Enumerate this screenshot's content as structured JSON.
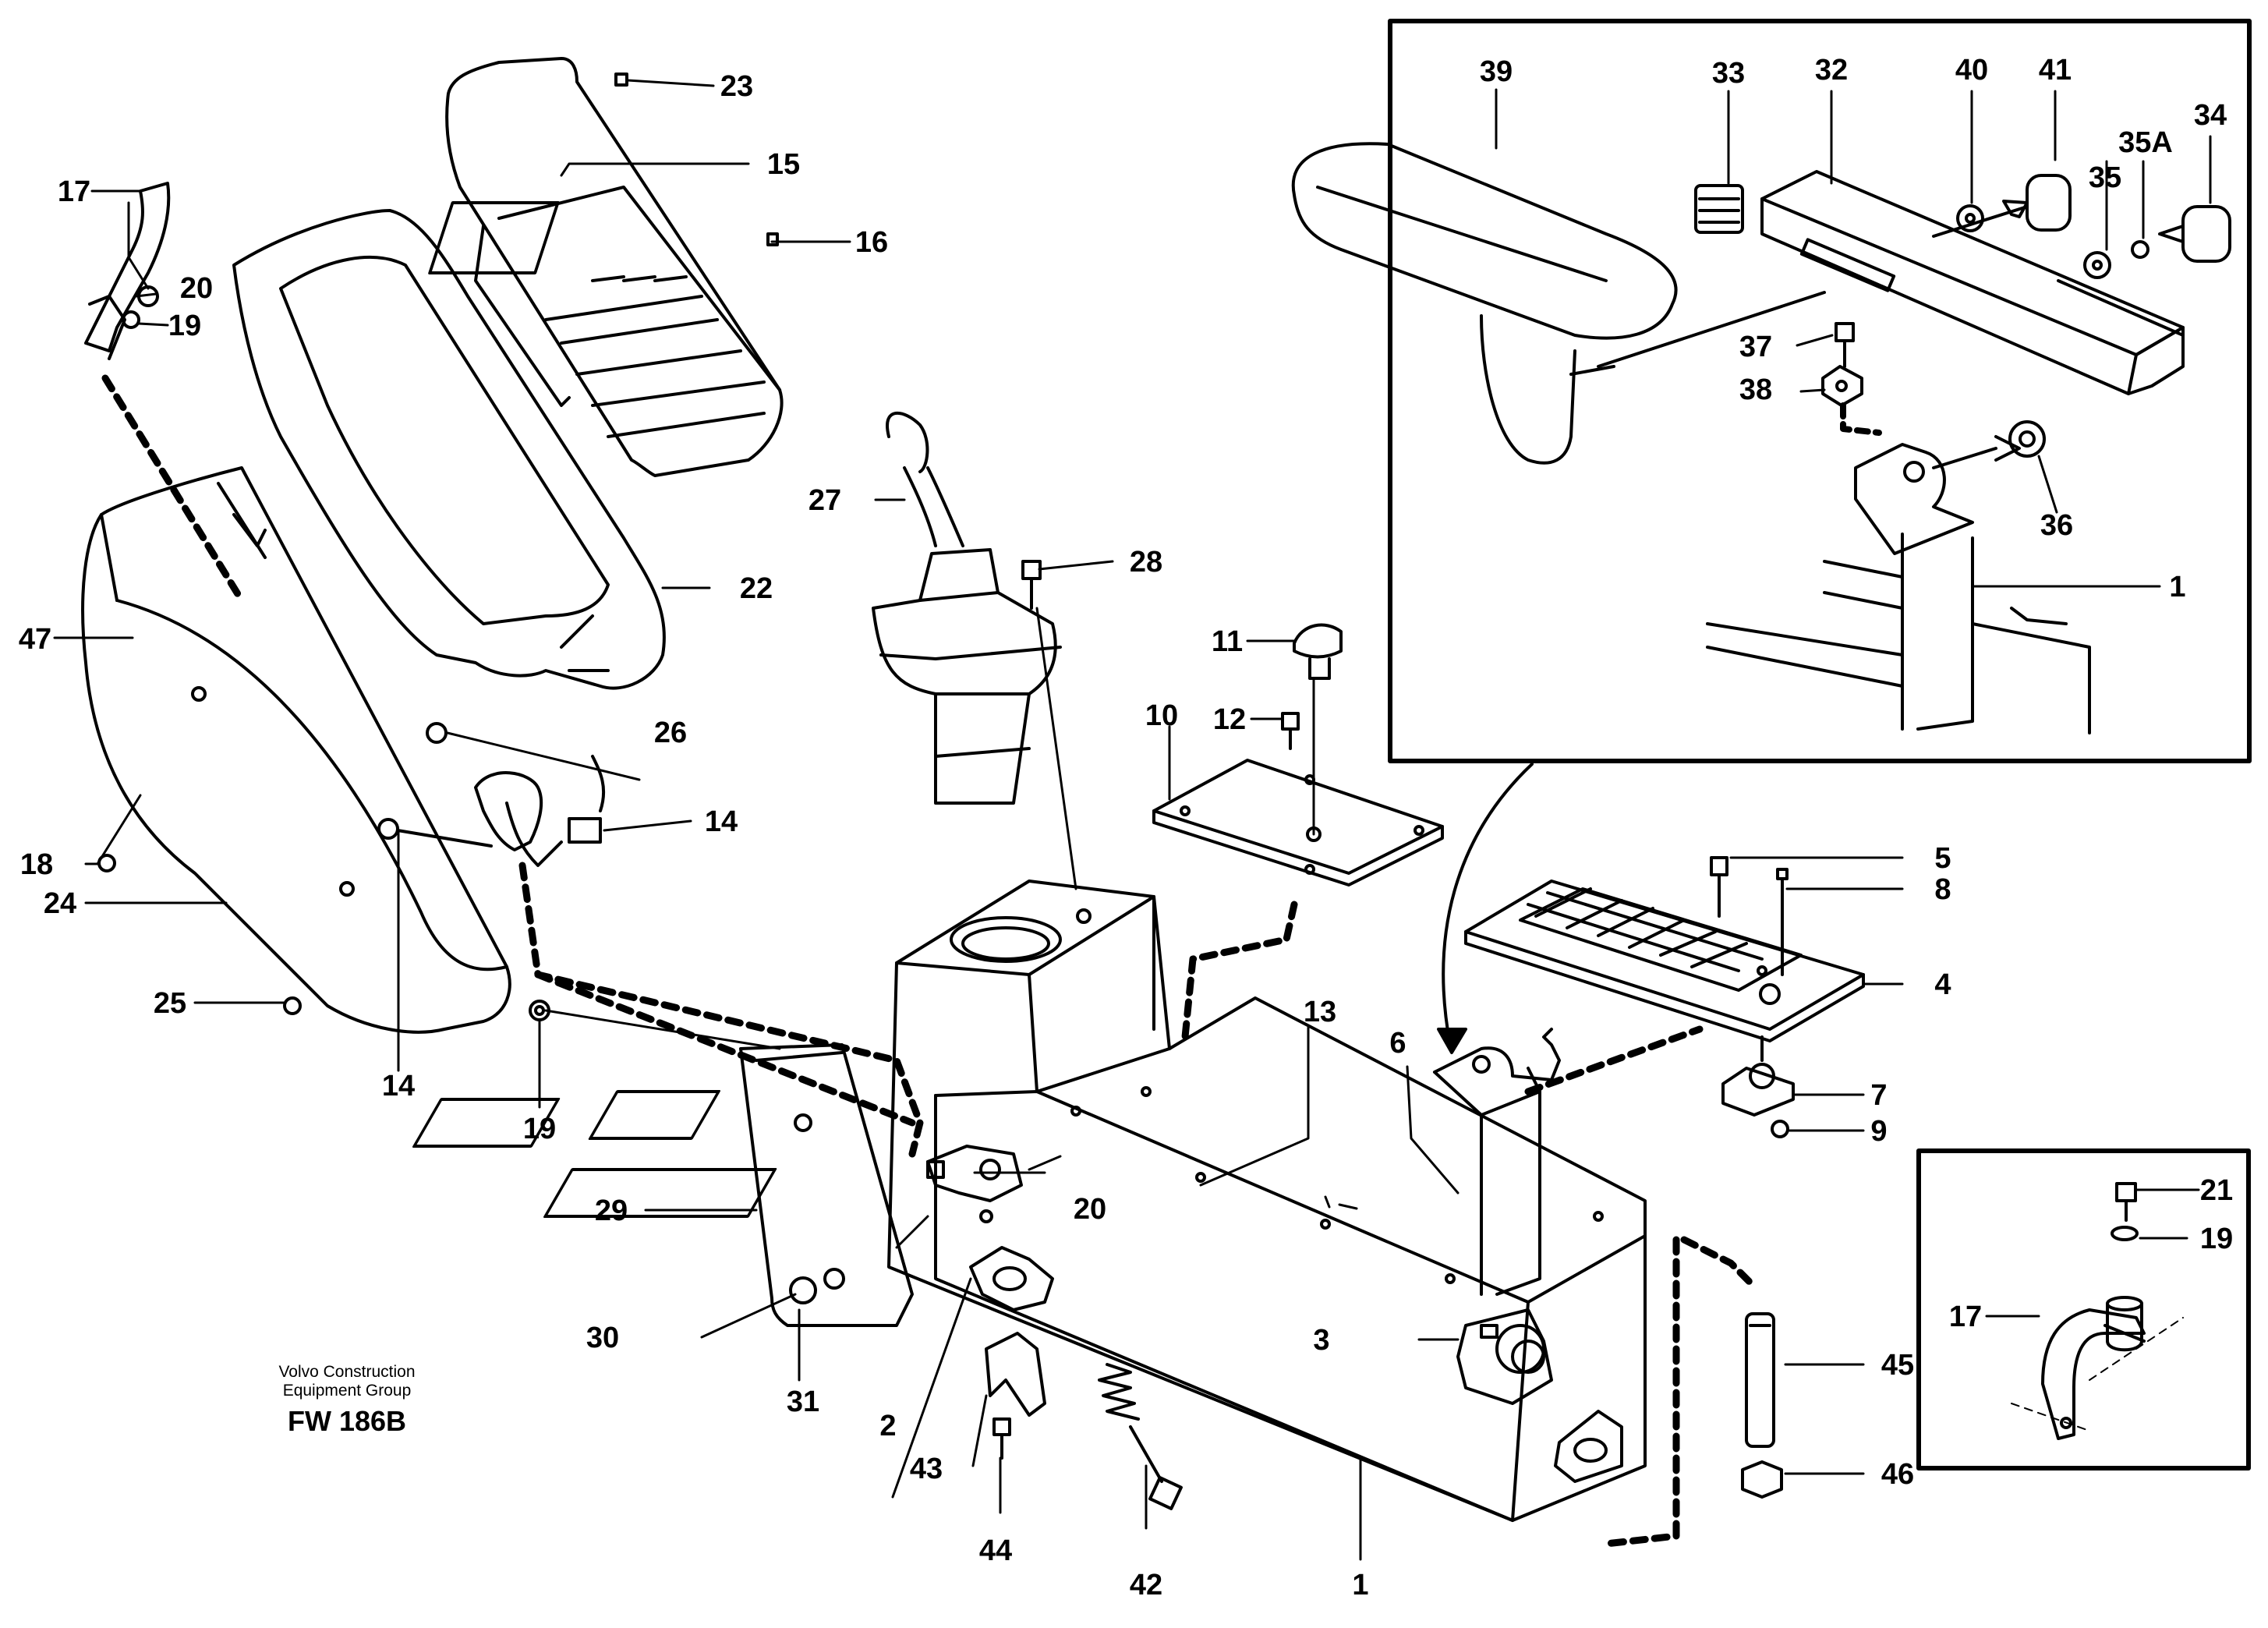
{
  "caption": {
    "company_line1": "Volvo Construction",
    "company_line2": "Equipment Group",
    "drawing_code": "FW 186B"
  },
  "labels": {
    "l1": "1",
    "l1b": "1",
    "l2": "2",
    "l3": "3",
    "l4": "4",
    "l5": "5",
    "l6": "6",
    "l7": "7",
    "l8": "8",
    "l9": "9",
    "l10": "10",
    "l11": "11",
    "l12": "12",
    "l13": "13",
    "l14a": "14",
    "l14b": "14",
    "l15": "15",
    "l16": "16",
    "l17a": "17",
    "l17b": "17",
    "l18": "18",
    "l19a": "19",
    "l19b": "19",
    "l19c": "19",
    "l20a": "20",
    "l20b": "20",
    "l21": "21",
    "l22": "22",
    "l23": "23",
    "l24": "24",
    "l25": "25",
    "l26": "26",
    "l27": "27",
    "l28": "28",
    "l29": "29",
    "l30": "30",
    "l31": "31",
    "l32": "32",
    "l33": "33",
    "l34": "34",
    "l35": "35",
    "l35a": "35A",
    "l36": "36",
    "l37": "37",
    "l38": "38",
    "l39": "39",
    "l40": "40",
    "l41": "41",
    "l42": "42",
    "l43": "43",
    "l44": "44",
    "l45": "45",
    "l46": "46",
    "l47": "47"
  }
}
